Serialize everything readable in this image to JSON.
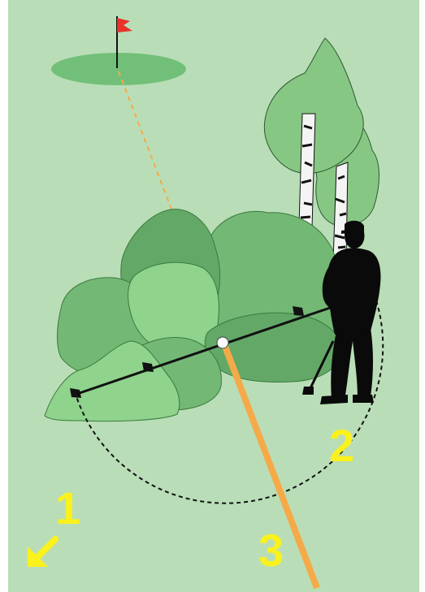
{
  "labels": {
    "one": "1",
    "two": "2",
    "three": "3"
  },
  "colors": {
    "background": "#b9deb7",
    "green_ellipse": "#72bf79",
    "bush_dark": "#63a867",
    "bush_mid": "#74b875",
    "bush_light": "#8fd38c",
    "tree_foliage": "#86c784",
    "flag": "#e8322b",
    "aim_line": "#f5aa49",
    "label_yellow": "#fbf11c",
    "silhouette": "#0a0a0a"
  },
  "icons": {
    "flag": "flag-icon",
    "arrow": "arrow-down-left-icon",
    "golfer": "golfer-silhouette-icon"
  }
}
